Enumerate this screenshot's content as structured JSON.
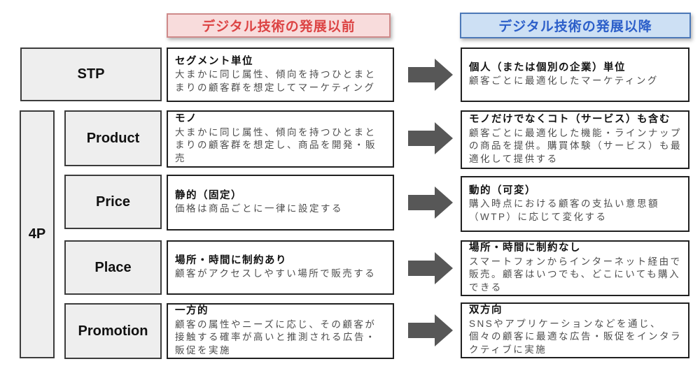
{
  "headers": {
    "before": "デジタル技術の発展以前",
    "after": "デジタル技術の発展以降"
  },
  "stp": {
    "label": "STP",
    "before": {
      "title": "セグメント単位",
      "body": "大まかに同じ属性、傾向を持つひとまとまりの顧客群を想定してマーケティング"
    },
    "after": {
      "title": "個人（または個別の企業）単位",
      "body": "顧客ごとに最適化したマーケティング"
    }
  },
  "four_p": {
    "label": "4P",
    "rows": [
      {
        "label": "Product",
        "before": {
          "title": "モノ",
          "body": "大まかに同じ属性、傾向を持つひとまとまりの顧客群を想定し、商品を開発・販売"
        },
        "after": {
          "title": "モノだけでなくコト（サービス）も含む",
          "body": "顧客ごとに最適化した機能・ラインナップの商品を提供。購買体験（サービス）も最適化して提供する"
        }
      },
      {
        "label": "Price",
        "before": {
          "title": "静的（固定）",
          "body": "価格は商品ごとに一律に設定する"
        },
        "after": {
          "title": "動的（可変）",
          "body": "購入時点における顧客の支払い意思額（WTP）に応じて変化する"
        }
      },
      {
        "label": "Place",
        "before": {
          "title": "場所・時間に制約あり",
          "body": "顧客がアクセスしやすい場所で販売する"
        },
        "after": {
          "title": "場所・時間に制約なし",
          "body": "スマートフォンからインターネット経由で販売。顧客はいつでも、どこにいても購入できる"
        }
      },
      {
        "label": "Promotion",
        "before": {
          "title": "一方的",
          "body": "顧客の属性やニーズに応じ、その顧客が接触する確率が高いと推測される広告・販促を実施"
        },
        "after": {
          "title": "双方向",
          "body": "SNSやアプリケーションなどを通じ、個々の顧客に最適な広告・販促をインタラクティブに実施"
        }
      }
    ]
  },
  "icons": {
    "row_arrow": "right-block-arrow"
  },
  "colors": {
    "before_bg": "#f8dcdc",
    "before_border": "#cf8a8a",
    "before_text": "#dc4343",
    "after_bg": "#cde0f4",
    "after_border": "#4d79b8",
    "after_text": "#2b5ec9",
    "label_box_bg": "#eeeeee",
    "label_box_border": "#3c3c3c",
    "white_box_border": "#202020",
    "body_text": "#4d4d4d",
    "arrow": "#575757"
  }
}
